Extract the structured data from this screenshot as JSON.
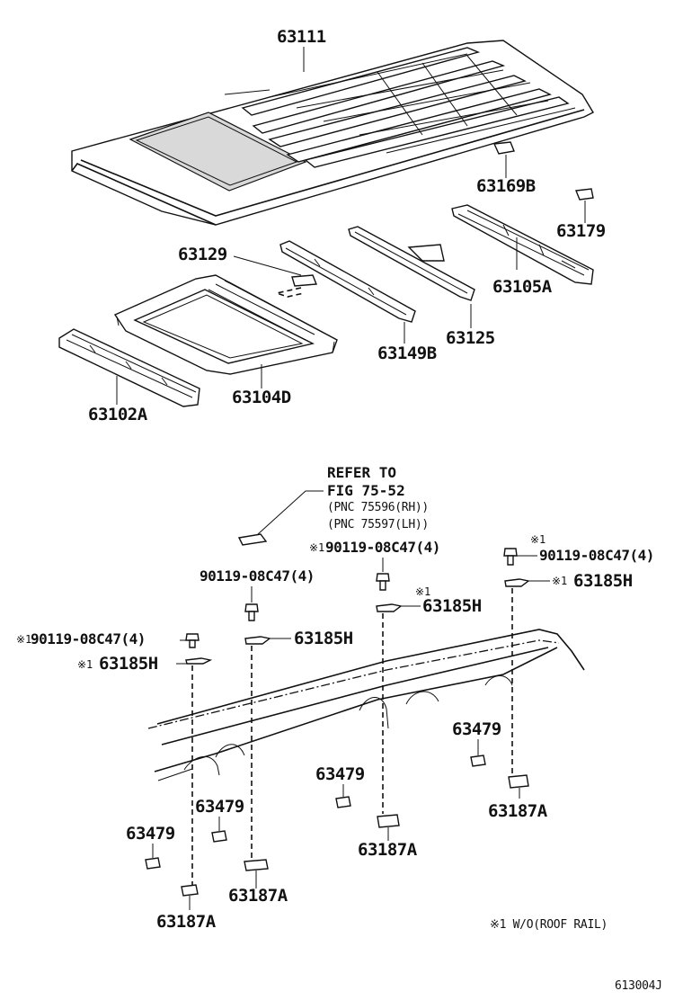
{
  "top_labels": {
    "roof_panel": "63111",
    "pad_63169b": "63169B",
    "pad_63179": "63179",
    "reinforcement_63105a": "63105A",
    "pad_63129": "63129",
    "reinforcement_63149b": "63149B",
    "reinforcement_63125": "63125",
    "sunroof_frame": "63104D",
    "front_header": "63102A"
  },
  "refer": {
    "line1": "REFER TO",
    "line2": "FIG 75-52",
    "line3": "(PNC 75596(RH))",
    "line4": "(PNC 75597(LH))"
  },
  "bottom_labels": {
    "bolt_a_mark": "※1",
    "bolt_a": "90119-08C47(4)",
    "bracket_a_mark": "※1",
    "bracket_a": "63185H",
    "bolt_b": "90119-08C47(4)",
    "bracket_b": "63185H",
    "bolt_c_mark": "※1",
    "bolt_c": "90119-08C47(4)",
    "bracket_c_mark": "※1",
    "bracket_c": "63185H",
    "bolt_d_mark": "※1",
    "bolt_d": "90119-08C47(4)",
    "bracket_d_mark": "※1",
    "bracket_d": "63185H",
    "pad_1": "63479",
    "pad_2": "63479",
    "pad_3": "63479",
    "pad_4": "63479",
    "clip_1": "63187A",
    "clip_2": "63187A",
    "clip_3": "63187A",
    "clip_4": "63187A"
  },
  "footnote": "※1  W/O(ROOF RAIL)",
  "figure_id": "613004J"
}
